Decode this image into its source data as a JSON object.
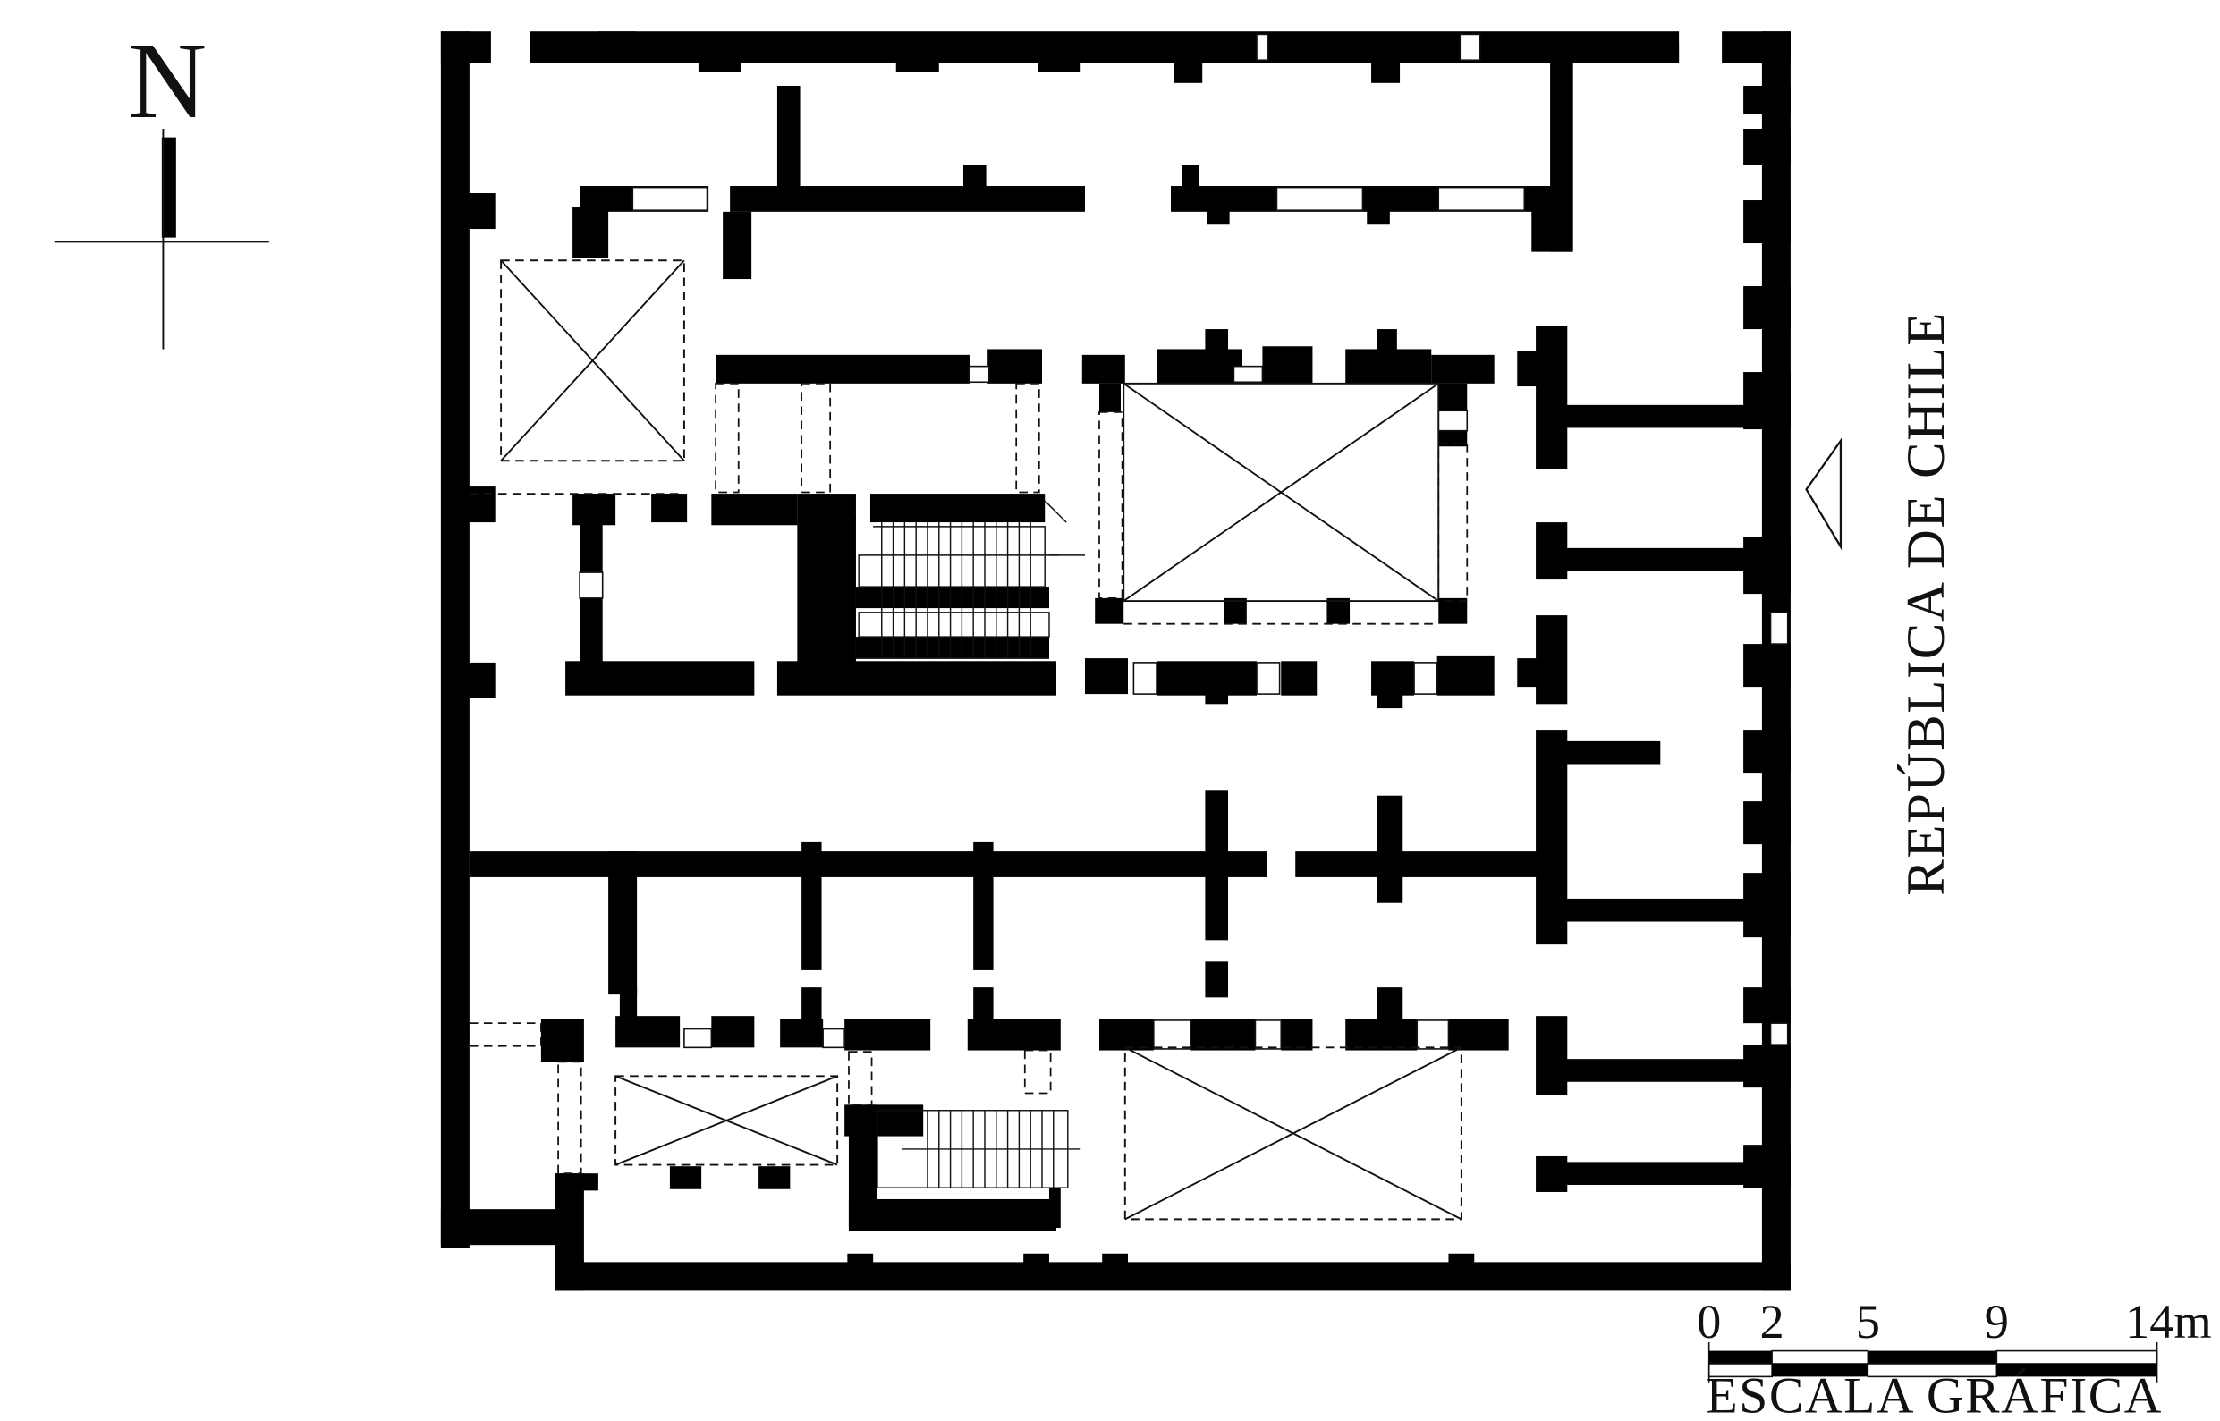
{
  "north_arrow": {
    "letter": "N"
  },
  "street": {
    "name": "REPÚBLICA DE CHILE"
  },
  "scale_bar": {
    "title": "ESCALA GRÁFICA",
    "ticks": [
      "0",
      "2",
      "5",
      "9",
      "14m"
    ]
  },
  "colors": {
    "wall": "#000000",
    "background": "#ffffff",
    "line": "#111111"
  }
}
